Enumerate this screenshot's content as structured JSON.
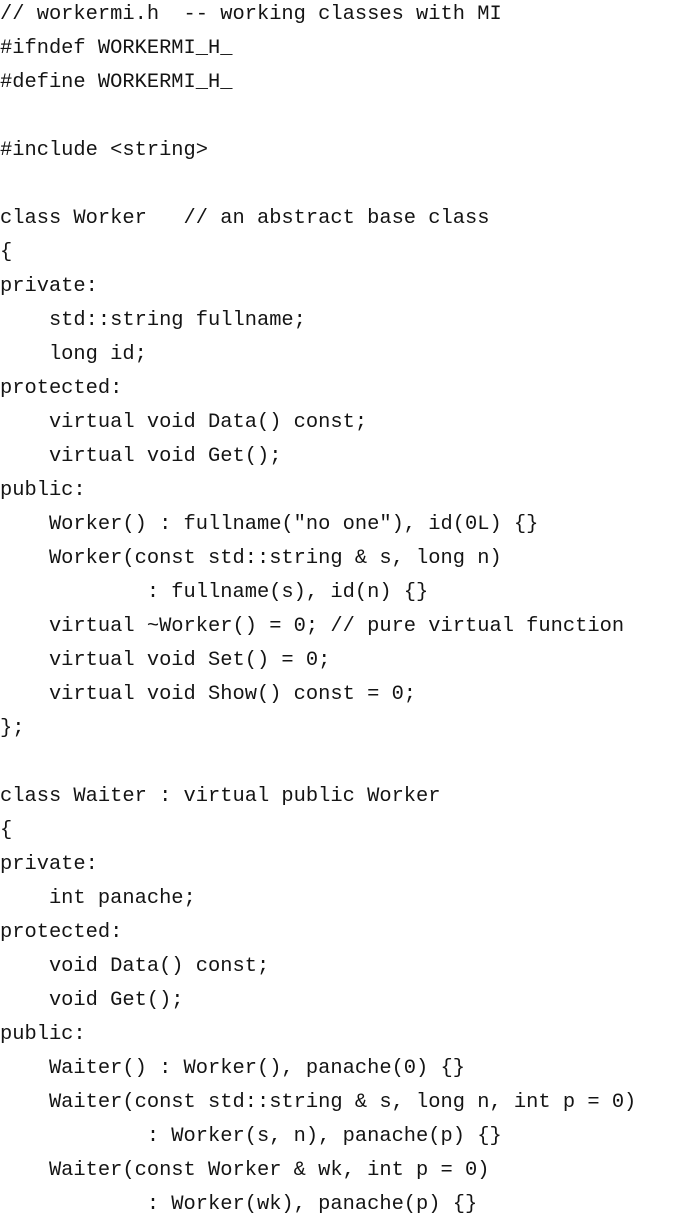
{
  "lines": [
    "// workermi.h  -- working classes with MI",
    "#ifndef WORKERMI_H_",
    "#define WORKERMI_H_",
    "",
    "#include <string>",
    "",
    "class Worker   // an abstract base class",
    "{",
    "private:",
    "    std::string fullname;",
    "    long id;",
    "protected:",
    "    virtual void Data() const;",
    "    virtual void Get();",
    "public:",
    "    Worker() : fullname(\"no one\"), id(0L) {}",
    "    Worker(const std::string & s, long n)",
    "            : fullname(s), id(n) {}",
    "    virtual ~Worker() = 0; // pure virtual function",
    "    virtual void Set() = 0;",
    "    virtual void Show() const = 0;",
    "};",
    "",
    "class Waiter : virtual public Worker",
    "{",
    "private:",
    "    int panache;",
    "protected:",
    "    void Data() const;",
    "    void Get();",
    "public:",
    "    Waiter() : Worker(), panache(0) {}",
    "    Waiter(const std::string & s, long n, int p = 0)",
    "            : Worker(s, n), panache(p) {}",
    "    Waiter(const Worker & wk, int p = 0)",
    "            : Worker(wk), panache(p) {}"
  ]
}
